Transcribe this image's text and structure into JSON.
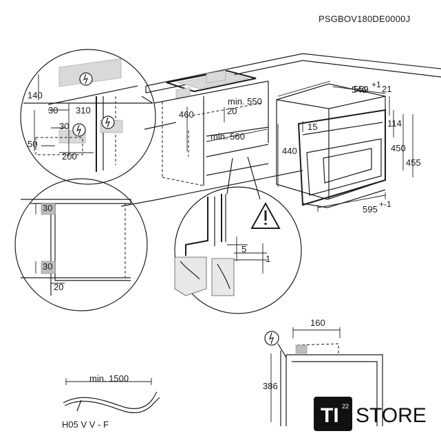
{
  "product_code": "PSGBOV180DE0000J",
  "dimensions": {
    "d140": "140",
    "d30a": "30",
    "d310": "310",
    "d30b": "30",
    "d50": "50",
    "d200": "200",
    "d460": "460",
    "d550": "min. 550",
    "d20a": "20",
    "d560": "min. 560",
    "d559": "559",
    "d559_sup": "+1",
    "d546": "546",
    "d21": "21",
    "d15": "15",
    "d114": "114",
    "d440": "440",
    "d450": "450",
    "d455": "455",
    "d595": "595",
    "d595_sup": "+-1",
    "d30c": "30",
    "d30d": "30",
    "d20b": "20",
    "d5": "5",
    "d1": "1",
    "d160": "160",
    "d386": "386",
    "d1500": "min. 1500"
  },
  "cable_label": "H05 V V - F",
  "store_logo": {
    "badge_text": "TI",
    "badge_superscript": "22",
    "store_text": "STORE"
  }
}
